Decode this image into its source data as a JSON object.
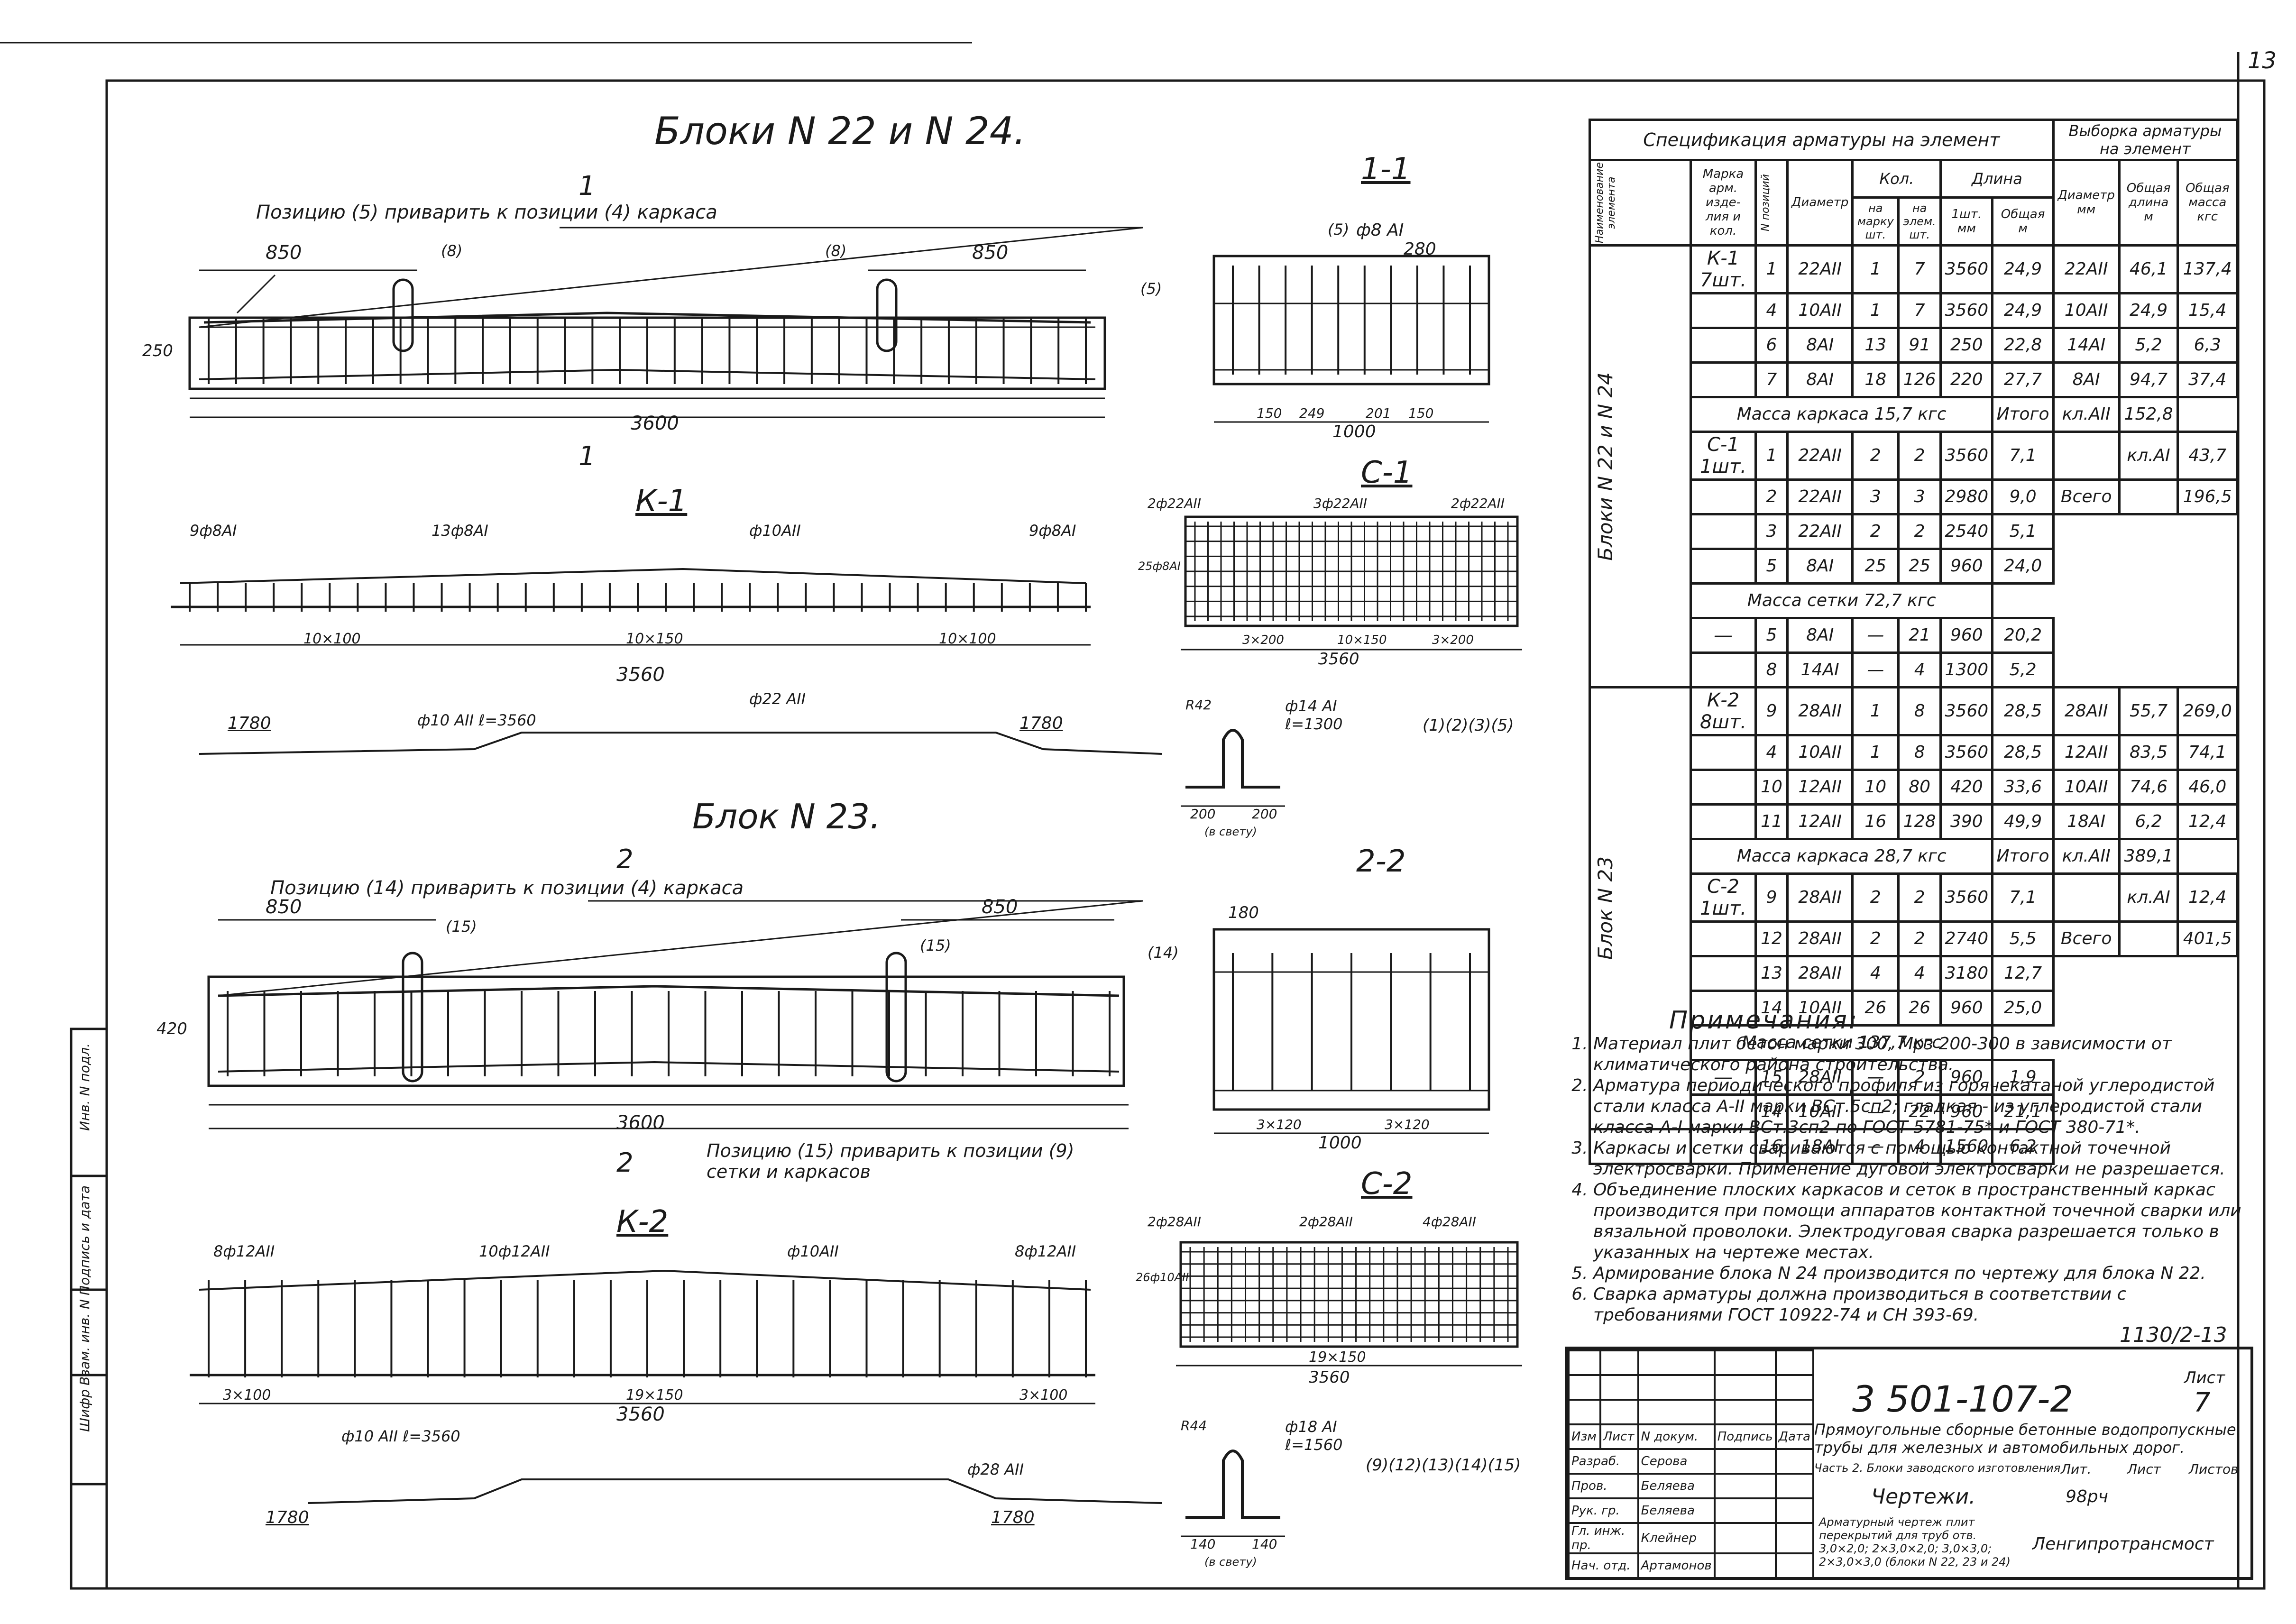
{
  "sheet": {
    "page_number": "13",
    "doc_code": "3 501-107-2",
    "sheet_label": "Лист",
    "sheet_no": "7",
    "stamp": "1130/2-13"
  },
  "views": {
    "block22_title": "Блоки N 22 и N 24.",
    "block23_title": "Блок N 23.",
    "sec11": "1-1",
    "sec22": "2-2",
    "k1": "К-1",
    "k2": "К-2",
    "c1": "С-1",
    "c2": "С-2",
    "cut1": "1",
    "cut2": "2",
    "weld_note_1": "Позицию (5) приварить к позиции (4) каркаса",
    "weld_note_2": "Позицию (14) приварить к позиции (4) каркаса",
    "weld_note_3": "Позицию (15) приварить к позиции (9) сетки и каркасов",
    "dim_850": "850",
    "dim_3600": "3600",
    "dim_3560": "3560",
    "dim_1000": "1000",
    "dim_1780": "1780",
    "dim_250": "250",
    "dim_420": "420",
    "dim_280": "280",
    "dim_180": "180",
    "k1_dims": [
      "10×100",
      "10×150",
      "10×100"
    ],
    "k2_dims": [
      "3×100",
      "19×150",
      "3×100"
    ],
    "c1_dims": [
      "3×200",
      "10×150",
      "3×200"
    ],
    "c2_dims": [
      "19×150"
    ],
    "s11_dims": [
      "150",
      "249",
      "201",
      "150"
    ],
    "s22_dims": [
      "3×120",
      "3×120"
    ],
    "k1_top_bars": [
      "9ф8АI",
      "13ф8АI",
      "ф10АII",
      "9ф8АI"
    ],
    "k1_bottom": "ф22 АII",
    "k1_bent": "ф10 АII  ℓ=3560",
    "k2_top_bars": [
      "8ф12АII",
      "10ф12АII",
      "ф10АII",
      "8ф12АII"
    ],
    "k2_bottom": "ф28 АII",
    "k2_bent": "ф10 АII  ℓ=3560",
    "c1_bars": [
      "2ф22АII",
      "3ф22АII",
      "2ф22АII",
      "25ф8АI"
    ],
    "c2_bars": [
      "2ф28АII",
      "2ф28АII",
      "4ф28АII",
      "26ф10АII"
    ],
    "hook1_label": "ф14 АI  ℓ=1300",
    "hook1_dims": [
      "R42",
      "200",
      "200",
      "(в свету)"
    ],
    "hook2_label": "ф18 АI  ℓ=1560",
    "hook2_dims": [
      "R44",
      "140",
      "140",
      "(в свету)"
    ],
    "hook1_marks": [
      "1",
      "2",
      "3",
      "5"
    ],
    "hook2_marks": [
      "9",
      "12",
      "13",
      "14",
      "15"
    ],
    "sec11_bar": "ф8 АI",
    "pos_marks_a": [
      "5",
      "8",
      "8",
      "5"
    ],
    "pos_marks_b": [
      "15",
      "15",
      "14"
    ]
  },
  "spec": {
    "title": "Спецификация арматуры на элемент",
    "title_right": "Выборка арматуры на элемент",
    "headers": {
      "name": "Наименование элемента",
      "mark": "Марка арм. изде-лия и кол.",
      "pos": "N позиций",
      "diam": "Диаметр",
      "qty": "Кол.",
      "qty_per": "на марку шт.",
      "qty_elem": "на элем. шт.",
      "length": "Длина",
      "len1": "1шт. мм",
      "len_total": "Общая м",
      "sel_diam": "Диаметр мм",
      "sel_len": "Общая длина м",
      "sel_mass": "Общая масса кгс"
    },
    "group1": "Блоки N 22 и N 24",
    "group2": "Блок N 23",
    "rows": [
      {
        "mark": "К-1 7шт.",
        "pos": "1",
        "d": "22АII",
        "q1": "1",
        "q2": "7",
        "l1": "3560",
        "lt": "24,9"
      },
      {
        "mark": "",
        "pos": "4",
        "d": "10АII",
        "q1": "1",
        "q2": "7",
        "l1": "3560",
        "lt": "24,9"
      },
      {
        "mark": "",
        "pos": "6",
        "d": "8АI",
        "q1": "13",
        "q2": "91",
        "l1": "250",
        "lt": "22,8"
      },
      {
        "mark": "",
        "pos": "7",
        "d": "8АI",
        "q1": "18",
        "q2": "126",
        "l1": "220",
        "lt": "27,7"
      },
      {
        "mass": "Масса каркаса 15,7 кгс"
      },
      {
        "mark": "С-1 1шт.",
        "pos": "1",
        "d": "22АII",
        "q1": "2",
        "q2": "2",
        "l1": "3560",
        "lt": "7,1"
      },
      {
        "mark": "",
        "pos": "2",
        "d": "22АII",
        "q1": "3",
        "q2": "3",
        "l1": "2980",
        "lt": "9,0"
      },
      {
        "mark": "",
        "pos": "3",
        "d": "22АII",
        "q1": "2",
        "q2": "2",
        "l1": "2540",
        "lt": "5,1"
      },
      {
        "mark": "",
        "pos": "5",
        "d": "8АI",
        "q1": "25",
        "q2": "25",
        "l1": "960",
        "lt": "24,0"
      },
      {
        "mass": "Масса сетки 72,7 кгс"
      },
      {
        "mark": "—",
        "pos": "5",
        "d": "8АI",
        "q1": "—",
        "q2": "21",
        "l1": "960",
        "lt": "20,2"
      },
      {
        "mark": "",
        "pos": "8",
        "d": "14АI",
        "q1": "—",
        "q2": "4",
        "l1": "1300",
        "lt": "5,2"
      },
      {
        "mark": "К-2 8шт.",
        "pos": "9",
        "d": "28АII",
        "q1": "1",
        "q2": "8",
        "l1": "3560",
        "lt": "28,5"
      },
      {
        "mark": "",
        "pos": "4",
        "d": "10АII",
        "q1": "1",
        "q2": "8",
        "l1": "3560",
        "lt": "28,5"
      },
      {
        "mark": "",
        "pos": "10",
        "d": "12АII",
        "q1": "10",
        "q2": "80",
        "l1": "420",
        "lt": "33,6"
      },
      {
        "mark": "",
        "pos": "11",
        "d": "12АII",
        "q1": "16",
        "q2": "128",
        "l1": "390",
        "lt": "49,9"
      },
      {
        "mass": "Масса каркаса 28,7 кгс"
      },
      {
        "mark": "С-2 1шт.",
        "pos": "9",
        "d": "28АII",
        "q1": "2",
        "q2": "2",
        "l1": "3560",
        "lt": "7,1"
      },
      {
        "mark": "",
        "pos": "12",
        "d": "28АII",
        "q1": "2",
        "q2": "2",
        "l1": "2740",
        "lt": "5,5"
      },
      {
        "mark": "",
        "pos": "13",
        "d": "28АII",
        "q1": "4",
        "q2": "4",
        "l1": "3180",
        "lt": "12,7"
      },
      {
        "mark": "",
        "pos": "14",
        "d": "10АII",
        "q1": "26",
        "q2": "26",
        "l1": "960",
        "lt": "25,0"
      },
      {
        "mass": "Масса сетки 137,7 кгс"
      },
      {
        "mark": "—",
        "pos": "15",
        "d": "28АII",
        "q1": "—",
        "q2": "2",
        "l1": "960",
        "lt": "1,9"
      },
      {
        "mark": "",
        "pos": "14",
        "d": "10АII",
        "q1": "—",
        "q2": "22",
        "l1": "960",
        "lt": "21,1"
      },
      {
        "mark": "",
        "pos": "16",
        "d": "18АI",
        "q1": "—",
        "q2": "4",
        "l1": "1560",
        "lt": "6,2"
      }
    ],
    "selection1": [
      {
        "d": "22АII",
        "l": "46,1",
        "m": "137,4"
      },
      {
        "d": "10АII",
        "l": "24,9",
        "m": "15,4"
      },
      {
        "d": "14АI",
        "l": "5,2",
        "m": "6,3"
      },
      {
        "d": "8АI",
        "l": "94,7",
        "m": "37,4"
      },
      {
        "d": "Итого",
        "l": "кл.АII",
        "m": "152,8"
      },
      {
        "d": "",
        "l": "кл.АI",
        "m": "43,7"
      },
      {
        "d": "Всего",
        "l": "",
        "m": "196,5"
      }
    ],
    "selection2": [
      {
        "d": "28АII",
        "l": "55,7",
        "m": "269,0"
      },
      {
        "d": "12АII",
        "l": "83,5",
        "m": "74,1"
      },
      {
        "d": "10АII",
        "l": "74,6",
        "m": "46,0"
      },
      {
        "d": "18АI",
        "l": "6,2",
        "m": "12,4"
      },
      {
        "d": "Итого",
        "l": "кл.АII",
        "m": "389,1"
      },
      {
        "d": "",
        "l": "кл.АI",
        "m": "12,4"
      },
      {
        "d": "Всего",
        "l": "",
        "m": "401,5"
      }
    ]
  },
  "notes": {
    "title": "Примечания:",
    "items": [
      "Материал плит бетон марки 300, Мрз 200-300 в зависимости от климатического района строительства.",
      "Арматура периодического профиля из горячекатаной углеродистой стали класса А-II марки ВСт.5сп2; гладкая - из углеродистой стали класса А-I марки ВСт.3сп2 по ГОСТ 5781-75* и ГОСТ 380-71*.",
      "Каркасы и сетки свариваются с помощью контактной точечной электросварки. Применение дуговой электросварки не разрешается.",
      "Объединение плоских каркасов и сеток в пространственный каркас производится при помощи аппаратов контактной точечной сварки или вязальной проволоки. Электродуговая сварка разрешается только в указанных на чертеже местах.",
      "Армирование блока N 24 производится по чертежу для блока N 22.",
      "Сварка арматуры должна производиться в соответствии с требованиями ГОСТ 10922-74 и СН 393-69."
    ]
  },
  "titleblock": {
    "project": "Прямоугольные сборные бетонные водопропускные трубы для железных и автомобильных дорог.",
    "part": "Часть 2. Блоки заводского изготовления",
    "lit_h": "Лит.",
    "list_h": "Лист",
    "lists_h": "Листов",
    "stage": "Чертежи.",
    "stage_code": "98рч",
    "drawing_title": "Арматурный чертеж плит перекрытий для труб отв. 3,0×2,0; 2×3,0×2,0; 3,0×3,0; 2×3,0×3,0 (блоки N 22, 23 и 24)",
    "org": "Ленгипротрансмост",
    "cols": [
      "Изм",
      "Лист",
      "N докум.",
      "Подпись",
      "Дата"
    ],
    "people": [
      {
        "role": "Разраб.",
        "name": "Серова"
      },
      {
        "role": "Пров.",
        "name": "Беляева"
      },
      {
        "role": "Рук. гр.",
        "name": "Беляева"
      },
      {
        "role": "Гл. инж. пр.",
        "name": "Клейнер"
      },
      {
        "role": "Нач. отд.",
        "name": "Артамонов"
      }
    ],
    "side_labels": [
      "Инв. N подл.",
      "Подпись и дата",
      "Взам. инв. N",
      "Шифр"
    ]
  }
}
